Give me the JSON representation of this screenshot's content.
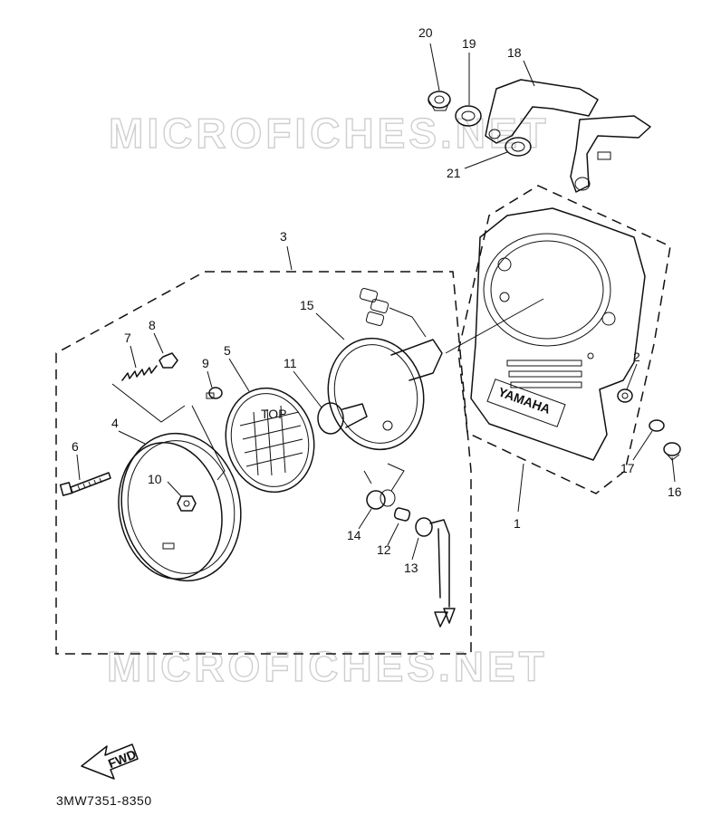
{
  "watermark": {
    "top": "MICROFICHES.NET",
    "bottom": "MICROFICHES.NET"
  },
  "callouts": [
    "1",
    "2",
    "3",
    "4",
    "5",
    "6",
    "7",
    "8",
    "9",
    "10",
    "11",
    "12",
    "13",
    "14",
    "15",
    "16",
    "17",
    "18",
    "19",
    "20",
    "21"
  ],
  "lens_top_mark": "TOP",
  "cowl_brand": "YAMAHA",
  "arrow_label": "FWD",
  "diagram_code": "3MW7351-8350"
}
